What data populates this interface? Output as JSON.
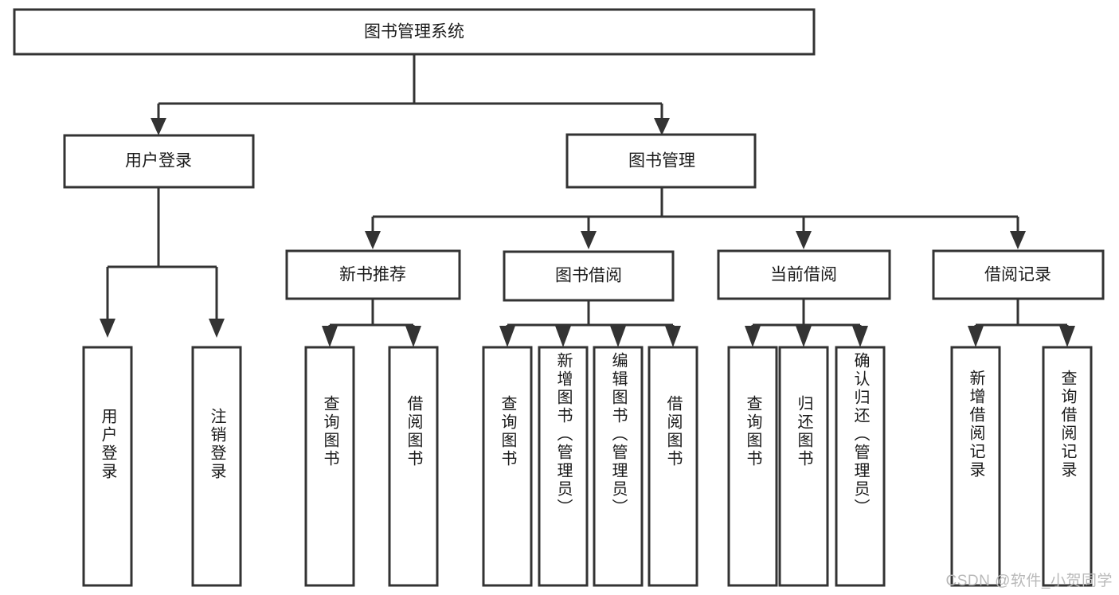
{
  "diagram": {
    "type": "tree-hierarchy",
    "title": "图书管理系统",
    "orientation": "top-down",
    "colors": {
      "box_stroke": "#333333",
      "box_fill": "#ffffff",
      "connector": "#333333",
      "text": "#1a1a1a",
      "background": "#ffffff",
      "watermark": "#b9b9b9"
    },
    "root": {
      "label": "图书管理系统"
    },
    "level2": [
      {
        "label": "用户登录"
      },
      {
        "label": "图书管理"
      }
    ],
    "level3": [
      {
        "label": "新书推荐"
      },
      {
        "label": "图书借阅"
      },
      {
        "label": "当前借阅"
      },
      {
        "label": "借阅记录"
      }
    ],
    "leaves": {
      "user_login": [
        {
          "label": "用户登录"
        },
        {
          "label": "注销登录"
        }
      ],
      "new_book_recommend": [
        {
          "label": "查询图书"
        },
        {
          "label": "借阅图书"
        }
      ],
      "book_borrow": [
        {
          "label": "查询图书"
        },
        {
          "label": "新增图书（管理员）"
        },
        {
          "label": "编辑图书（管理员）"
        },
        {
          "label": "借阅图书"
        }
      ],
      "current_borrow": [
        {
          "label": "查询图书"
        },
        {
          "label": "归还图书"
        },
        {
          "label": "确认归还（管理员）"
        }
      ],
      "borrow_record": [
        {
          "label": "新增借阅记录"
        },
        {
          "label": "查询借阅记录"
        }
      ]
    }
  },
  "watermark": {
    "text": "CSDN @软件_小贺同学"
  }
}
